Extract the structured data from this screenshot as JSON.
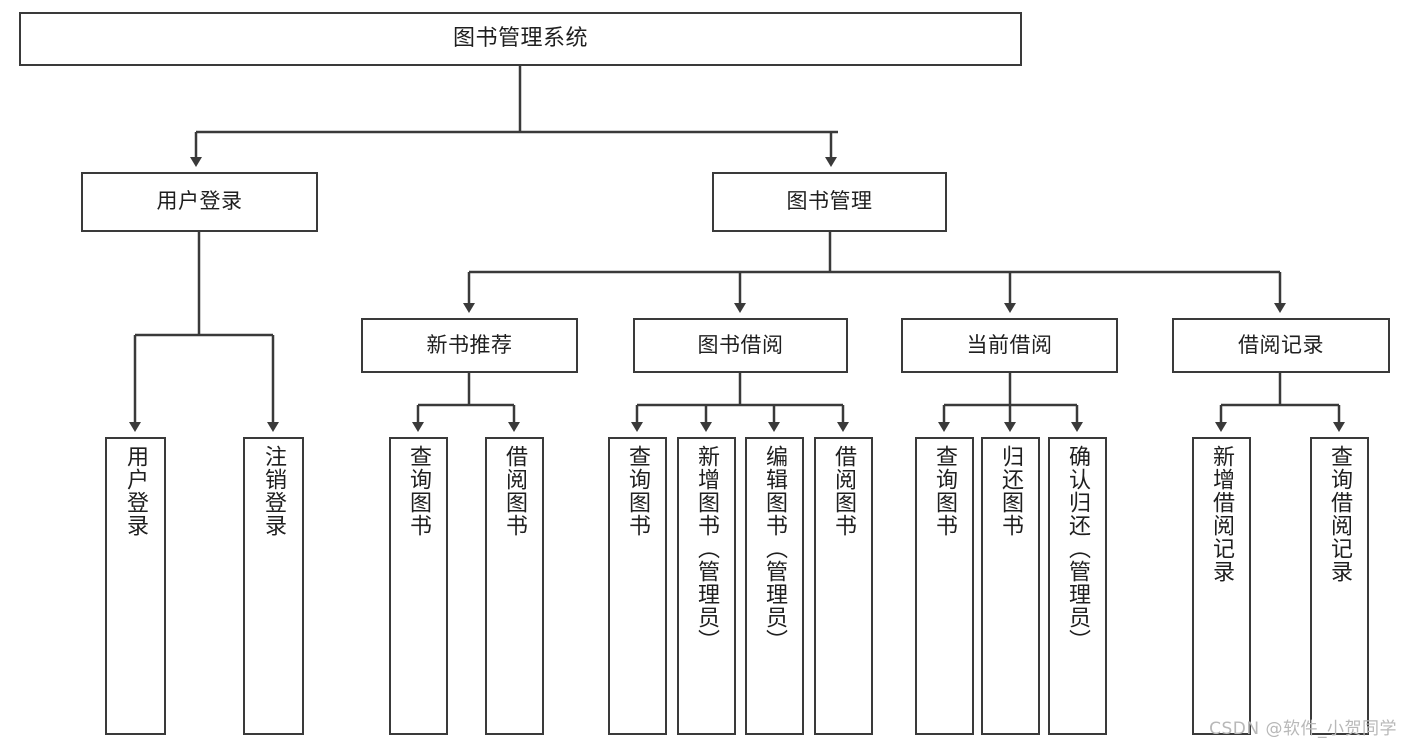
{
  "diagram": {
    "title": "图书管理系统",
    "type": "tree",
    "watermark": "CSDN @软件_小贺同学",
    "stroke_color": "#3a3a3a",
    "fill_color": "#ffffff",
    "text_color": "#1f1f1f",
    "background": "#ffffff"
  },
  "nodes": {
    "root": {
      "label": "图书管理系统"
    },
    "level1": [
      {
        "id": "user_login",
        "label": "用户登录"
      },
      {
        "id": "book_manage",
        "label": "图书管理"
      }
    ],
    "level2": [
      {
        "id": "new_book_rec",
        "label": "新书推荐"
      },
      {
        "id": "book_borrow",
        "label": "图书借阅"
      },
      {
        "id": "current_borrow",
        "label": "当前借阅"
      },
      {
        "id": "borrow_record",
        "label": "借阅记录"
      }
    ],
    "leaves": {
      "user_login": [
        {
          "id": "leaf_user_login",
          "label": "用户登录"
        },
        {
          "id": "leaf_user_logout",
          "label": "注销登录"
        }
      ],
      "new_book_rec": [
        {
          "id": "leaf_query_book_1",
          "label": "查询图书"
        },
        {
          "id": "leaf_borrow_book_1",
          "label": "借阅图书"
        }
      ],
      "book_borrow": [
        {
          "id": "leaf_query_book_2",
          "label": "查询图书"
        },
        {
          "id": "leaf_add_book",
          "label": "新增图书（管理员）"
        },
        {
          "id": "leaf_edit_book",
          "label": "编辑图书（管理员）"
        },
        {
          "id": "leaf_borrow_book_2",
          "label": "借阅图书"
        }
      ],
      "current_borrow": [
        {
          "id": "leaf_query_book_3",
          "label": "查询图书"
        },
        {
          "id": "leaf_return_book",
          "label": "归还图书"
        },
        {
          "id": "leaf_confirm_return",
          "label": "确认归还（管理员）"
        }
      ],
      "borrow_record": [
        {
          "id": "leaf_add_record",
          "label": "新增借阅记录"
        },
        {
          "id": "leaf_query_record",
          "label": "查询借阅记录"
        }
      ]
    }
  }
}
